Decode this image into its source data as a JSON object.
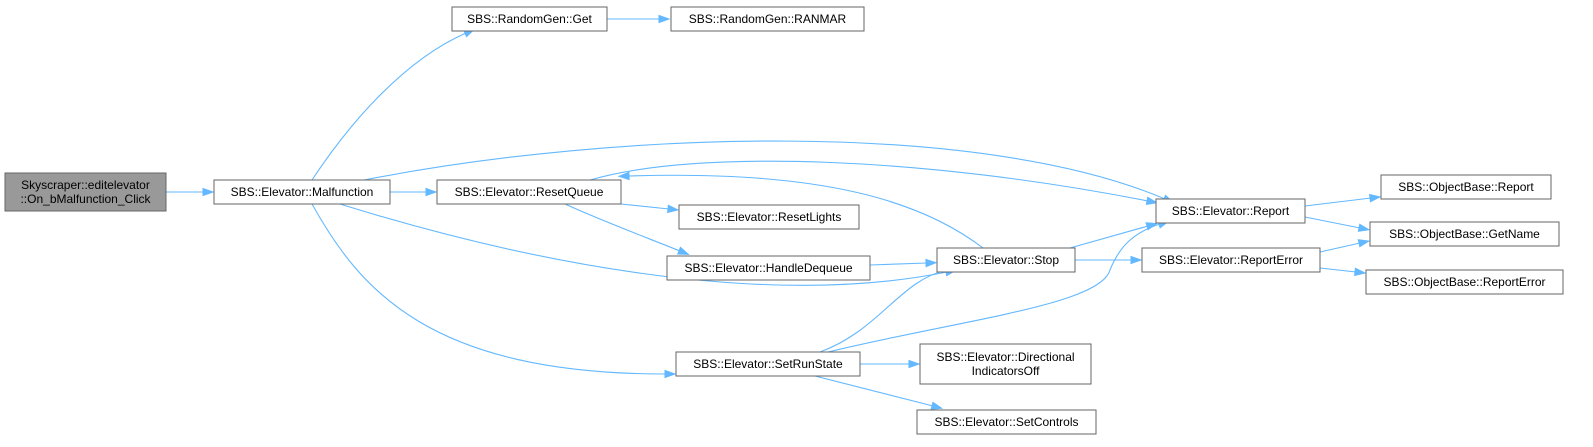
{
  "nodes": [
    {
      "id": "root",
      "lines": [
        "Skyscraper::editelevator",
        "::On_bMalfunction_Click"
      ],
      "root": true
    },
    {
      "id": "malfunction",
      "lines": [
        "SBS::Elevator::Malfunction"
      ]
    },
    {
      "id": "rg_get",
      "lines": [
        "SBS::RandomGen::Get"
      ]
    },
    {
      "id": "rg_ranmar",
      "lines": [
        "SBS::RandomGen::RANMAR"
      ]
    },
    {
      "id": "reset_queue",
      "lines": [
        "SBS::Elevator::ResetQueue"
      ]
    },
    {
      "id": "reset_lights",
      "lines": [
        "SBS::Elevator::ResetLights"
      ]
    },
    {
      "id": "handle_dequeue",
      "lines": [
        "SBS::Elevator::HandleDequeue"
      ]
    },
    {
      "id": "stop",
      "lines": [
        "SBS::Elevator::Stop"
      ]
    },
    {
      "id": "report",
      "lines": [
        "SBS::Elevator::Report"
      ]
    },
    {
      "id": "report_error",
      "lines": [
        "SBS::Elevator::ReportError"
      ]
    },
    {
      "id": "ob_report",
      "lines": [
        "SBS::ObjectBase::Report"
      ]
    },
    {
      "id": "ob_getname",
      "lines": [
        "SBS::ObjectBase::GetName"
      ]
    },
    {
      "id": "ob_reporterror",
      "lines": [
        "SBS::ObjectBase::ReportError"
      ]
    },
    {
      "id": "set_run_state",
      "lines": [
        "SBS::Elevator::SetRunState"
      ]
    },
    {
      "id": "dir_ind_off",
      "lines": [
        "SBS::Elevator::Directional",
        "IndicatorsOff"
      ]
    },
    {
      "id": "set_controls",
      "lines": [
        "SBS::Elevator::SetControls"
      ]
    }
  ],
  "edges": [
    {
      "from": "root",
      "to": "malfunction"
    },
    {
      "from": "malfunction",
      "to": "rg_get"
    },
    {
      "from": "rg_get",
      "to": "rg_ranmar"
    },
    {
      "from": "malfunction",
      "to": "reset_queue"
    },
    {
      "from": "malfunction",
      "to": "report"
    },
    {
      "from": "malfunction",
      "to": "stop"
    },
    {
      "from": "malfunction",
      "to": "set_run_state"
    },
    {
      "from": "reset_queue",
      "to": "reset_lights"
    },
    {
      "from": "reset_queue",
      "to": "handle_dequeue"
    },
    {
      "from": "reset_queue",
      "to": "report"
    },
    {
      "from": "handle_dequeue",
      "to": "stop"
    },
    {
      "from": "stop",
      "to": "reset_queue"
    },
    {
      "from": "stop",
      "to": "report"
    },
    {
      "from": "stop",
      "to": "report_error"
    },
    {
      "from": "report",
      "to": "ob_report"
    },
    {
      "from": "report",
      "to": "ob_getname"
    },
    {
      "from": "report_error",
      "to": "ob_getname"
    },
    {
      "from": "report_error",
      "to": "ob_reporterror"
    },
    {
      "from": "set_run_state",
      "to": "stop"
    },
    {
      "from": "set_run_state",
      "to": "report"
    },
    {
      "from": "set_run_state",
      "to": "dir_ind_off"
    },
    {
      "from": "set_run_state",
      "to": "set_controls"
    }
  ],
  "colors": {
    "edge": "#63b8ff",
    "node_border": "#666666",
    "root_fill": "#999999",
    "node_fill": "#ffffff"
  }
}
